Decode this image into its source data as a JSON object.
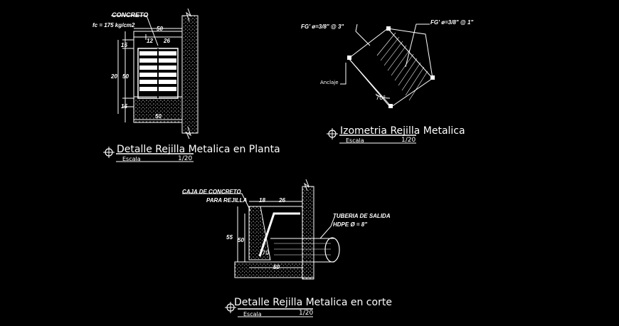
{
  "plan": {
    "title": "Detalle Rejilla Metalica en Planta",
    "scale_label": "Escala",
    "scale_value": "1/20",
    "label_concreto": "CONCRETO",
    "label_fc": "fc = 175 kg/cm2",
    "dim_top_50": "50",
    "dim_12": "12",
    "dim_26": "26",
    "dim_15a": "15",
    "dim_20": "20",
    "dim_50": "50",
    "dim_15b": "15",
    "dim_bottom_50": "50"
  },
  "iso": {
    "title": "Izometria Rejilla Metalica",
    "scale_label": "Escala",
    "scale_value": "1/20",
    "label_rebar_3": "FG' ø=3/8\" @ 3\"",
    "label_rebar_1": "FG' ø=3/8\" @ 1\"",
    "label_anclaje": "Anclaje",
    "label_angle": "70°"
  },
  "section": {
    "title": "Detalle Rejilla Metalica en corte",
    "scale_label": "Escala",
    "scale_value": "1/20",
    "label_caja_1": "CAJA DE CONCRETO",
    "label_caja_2": "PARA REJILLA",
    "label_tuberia_1": "TUBERIA DE SALIDA",
    "label_tuberia_2": "HDPE Ø = 8\"",
    "dim_18": "18",
    "dim_26": "26",
    "dim_55": "55",
    "dim_50": "50",
    "dim_bottom_50": "50",
    "label_angle": "70"
  }
}
